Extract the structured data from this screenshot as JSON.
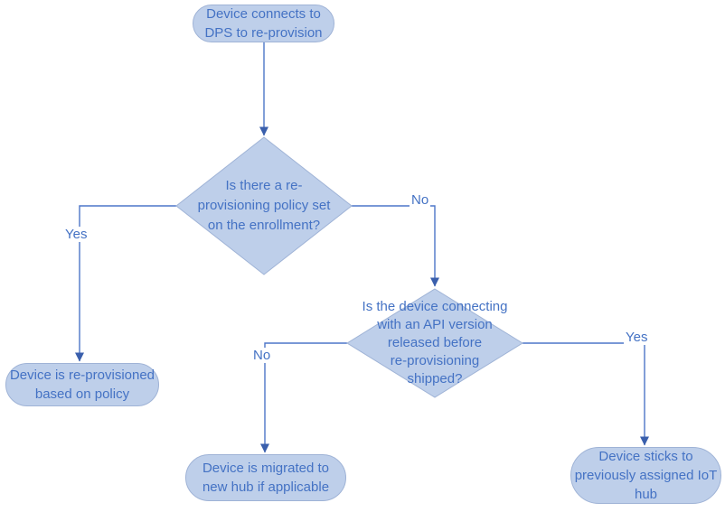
{
  "diagram": {
    "type": "flowchart",
    "colors": {
      "background": "#ffffff",
      "shape_fill": "#becfea",
      "shape_border": "#9fb3d6",
      "text": "#4472c4",
      "connector": "#4d76c8",
      "arrowhead": "#3a5fac"
    },
    "nodes": {
      "start": {
        "lines": [
          "Device connects to",
          "DPS to re-provision"
        ]
      },
      "decision_policy": {
        "lines": [
          "Is there a re-",
          "provisioning policy set",
          "on the enrollment?"
        ]
      },
      "reprovisioned": {
        "lines": [
          "Device is re-provisioned",
          "based on policy"
        ]
      },
      "decision_api": {
        "lines": [
          "Is the device connecting",
          "with an API version",
          "released before",
          "re-provisioning",
          "shipped?"
        ]
      },
      "migrated": {
        "lines": [
          "Device is migrated to",
          "new hub if applicable"
        ]
      },
      "sticks": {
        "lines": [
          "Device sticks to",
          "previously assigned IoT",
          "hub"
        ]
      }
    },
    "edge_labels": {
      "yes_policy": "Yes",
      "no_policy": "No",
      "no_api": "No",
      "yes_api": "Yes"
    }
  }
}
